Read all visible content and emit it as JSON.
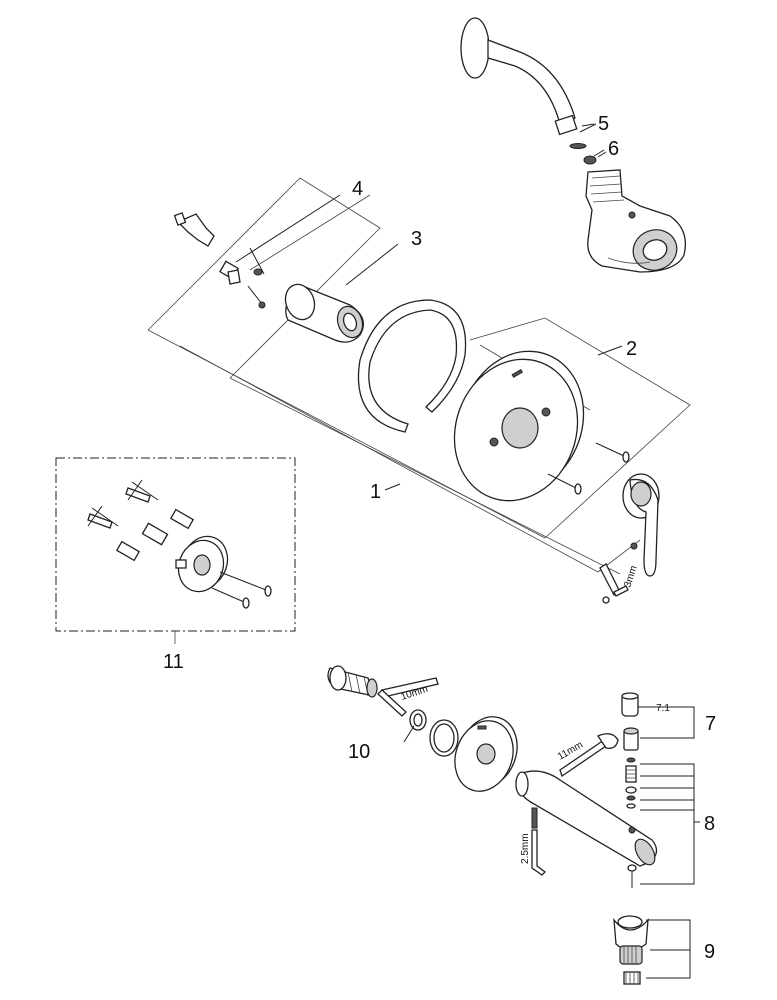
{
  "callouts": {
    "c1": "1",
    "c2": "2",
    "c3": "3",
    "c4": "4",
    "c5": "5",
    "c6": "6",
    "c7": "7",
    "c7_1": "7.1",
    "c8": "8",
    "c9": "9",
    "c10": "10",
    "c11": "11"
  },
  "tool_sizes": {
    "hex_key_large": "3mm",
    "wrench_10": "10mm",
    "wrench_11": "11mm",
    "hex_key_small": "2.5mm"
  }
}
